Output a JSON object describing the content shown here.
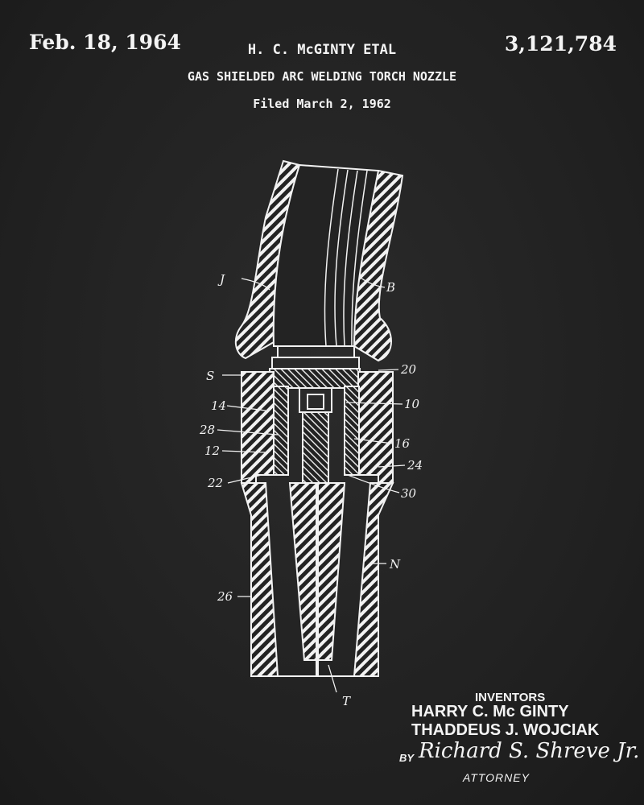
{
  "header": {
    "date": "Feb. 18, 1964",
    "inventor_heading": "H. C. McGINTY ETAL",
    "patent_number": "3,121,784",
    "title": "GAS SHIELDED ARC WELDING TORCH NOZZLE",
    "filed": "Filed March 2, 1962"
  },
  "drawing": {
    "labels": {
      "J": "J",
      "B": "B",
      "S": "S",
      "n20": "20",
      "n14": "14",
      "n10": "10",
      "n28": "28",
      "n16": "16",
      "n12": "12",
      "n24": "24",
      "n22": "22",
      "n30": "30",
      "N": "N",
      "n26": "26",
      "T": "T"
    }
  },
  "footer": {
    "inventors_label": "INVENTORS",
    "inventor_1": "HARRY C. Mc GINTY",
    "inventor_2": "THADDEUS J. WOJCIAK",
    "by": "BY",
    "signature": "Richard S. Shreve Jr.",
    "attorney": "ATTORNEY"
  },
  "colors": {
    "background": "#232323",
    "ink": "#f2f2f2"
  }
}
